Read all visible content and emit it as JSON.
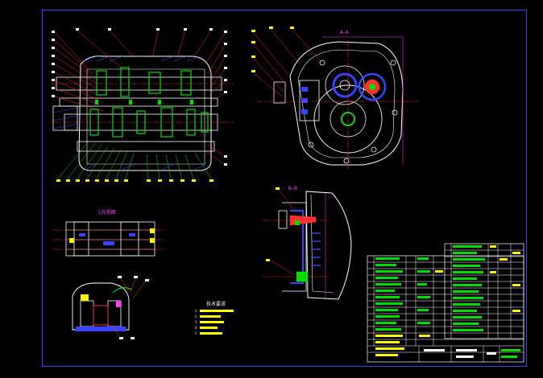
{
  "drawing": {
    "section_labels": {
      "section_a": "A—A",
      "section_b": "B—B",
      "view_c": "C向视图"
    },
    "notes_title": "技术要求",
    "notes_lines": [
      "1",
      "2",
      "3",
      "4",
      "5"
    ],
    "dimension_mark": "A"
  },
  "colors": {
    "background": "#000000",
    "border": "#3a44ff",
    "outline": "#ffffff",
    "hatch": "#3a44ff",
    "gear": "#00e000",
    "leader": "#ff3030",
    "centerline": "#ff3030",
    "balloon": "#ffff00",
    "section": "#ff40ff",
    "table": "#ffffff",
    "table_text": "#00e000",
    "table_yellow": "#ffff00"
  }
}
